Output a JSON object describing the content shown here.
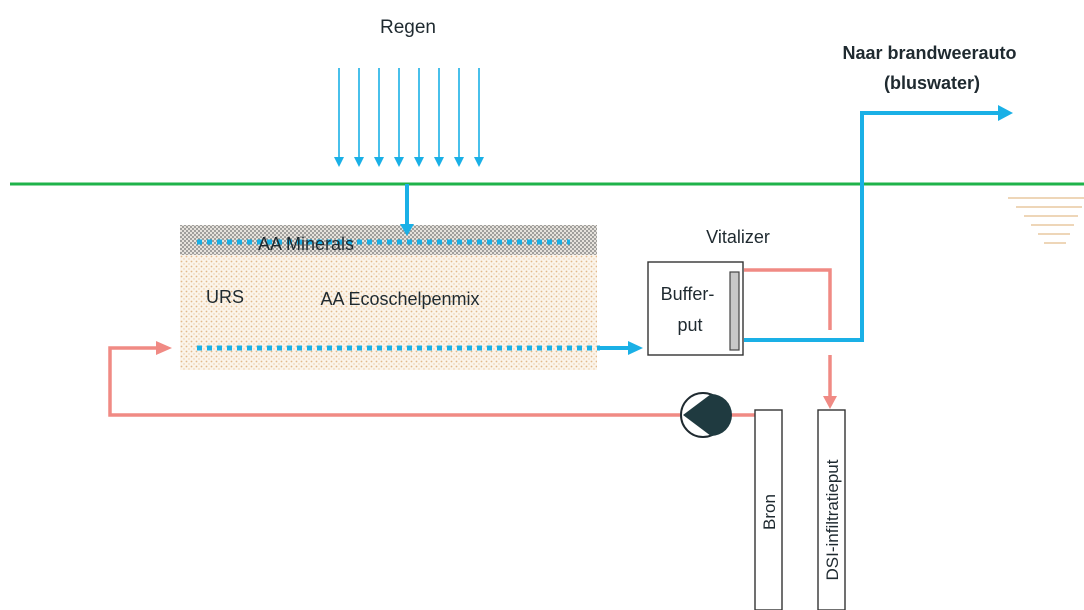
{
  "labels": {
    "rain": "Regen",
    "fire_truck_line1": "Naar brandweerauto",
    "fire_truck_line2": "(bluswater)",
    "minerals_layer": "AA Minerals",
    "urs": "URS",
    "shell_mix_layer": "AA Ecoschelpenmix",
    "vitalizer": "Vitalizer",
    "buffer_line1": "Buffer-",
    "buffer_line2": "put",
    "well": "Bron",
    "infiltration_well": "DSI-infiltratieput"
  },
  "colors": {
    "water_blue": "#1ab0e6",
    "return_red": "#f08a84",
    "ground_green": "#1fb34a",
    "water_level": "#e8c9a0",
    "text": "#1f2a30"
  },
  "icons": {
    "pump": "pump-icon",
    "water_level": "water-level-icon"
  }
}
